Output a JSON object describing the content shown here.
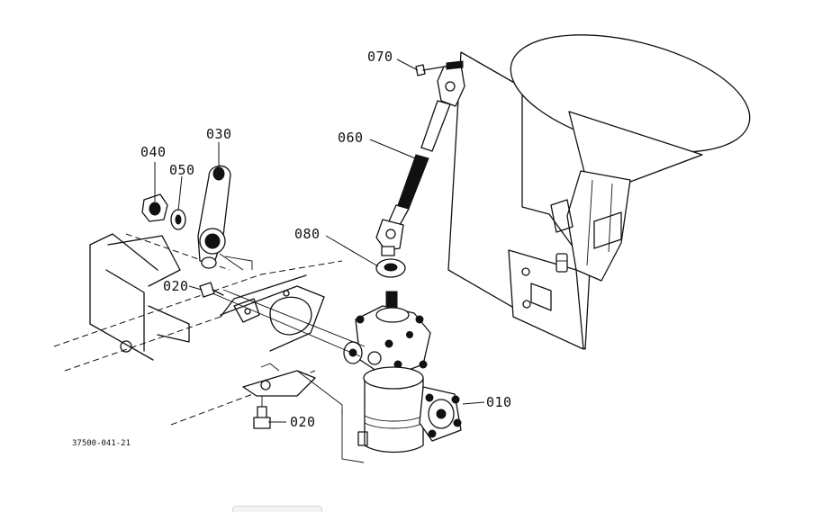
{
  "labels": {
    "p010": "010",
    "p020a": "020",
    "p020b": "020",
    "p030": "030",
    "p040": "040",
    "p050": "050",
    "p060": "060",
    "p070": "070",
    "p080": "080"
  },
  "figure_number": "37500-041-21"
}
